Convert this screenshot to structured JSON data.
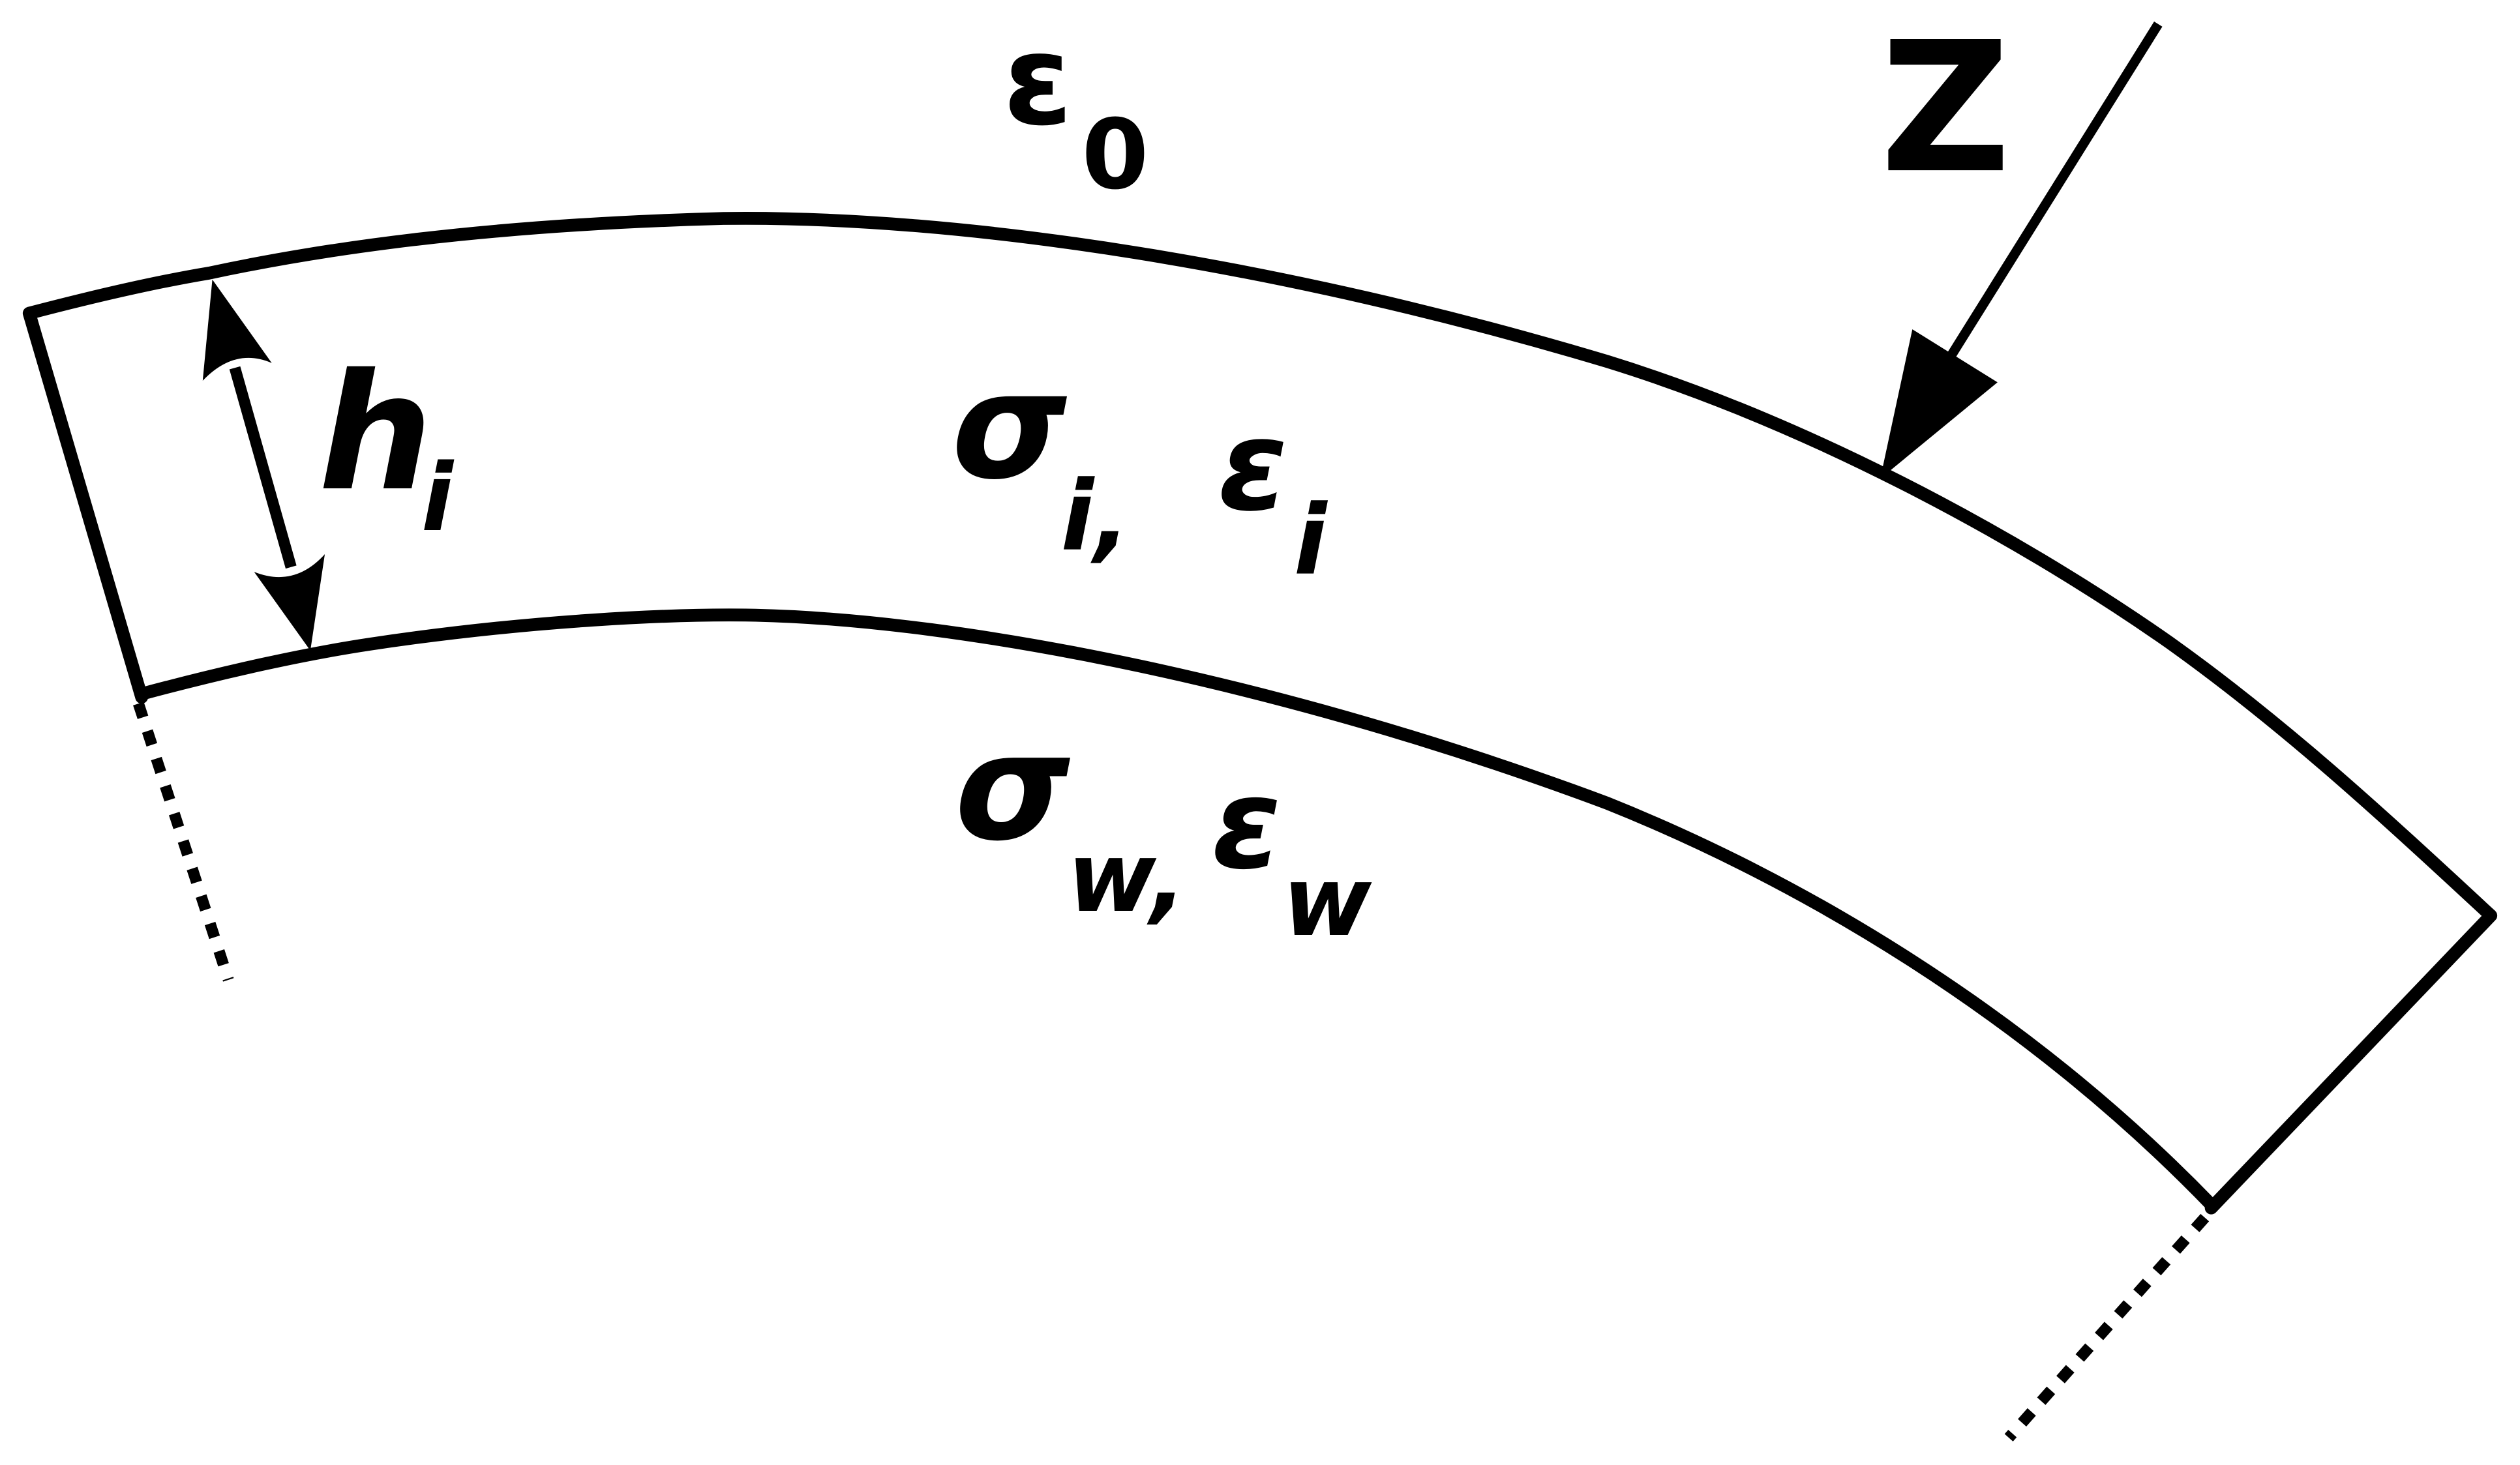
{
  "diagram": {
    "labels": {
      "epsilon0_main": "ε",
      "epsilon0_sub": "0",
      "force": "Z",
      "thickness_main": "h",
      "thickness_sub": "i",
      "sigma_i_main": "σ",
      "sigma_i_sub": "i,",
      "epsilon_i_main": "ε",
      "epsilon_i_sub": "i",
      "sigma_w_main": "σ",
      "sigma_w_sub": "w,",
      "epsilon_w_main": "ε",
      "epsilon_w_sub": "w"
    },
    "colors": {
      "stroke": "#000000",
      "background": "#ffffff"
    }
  }
}
